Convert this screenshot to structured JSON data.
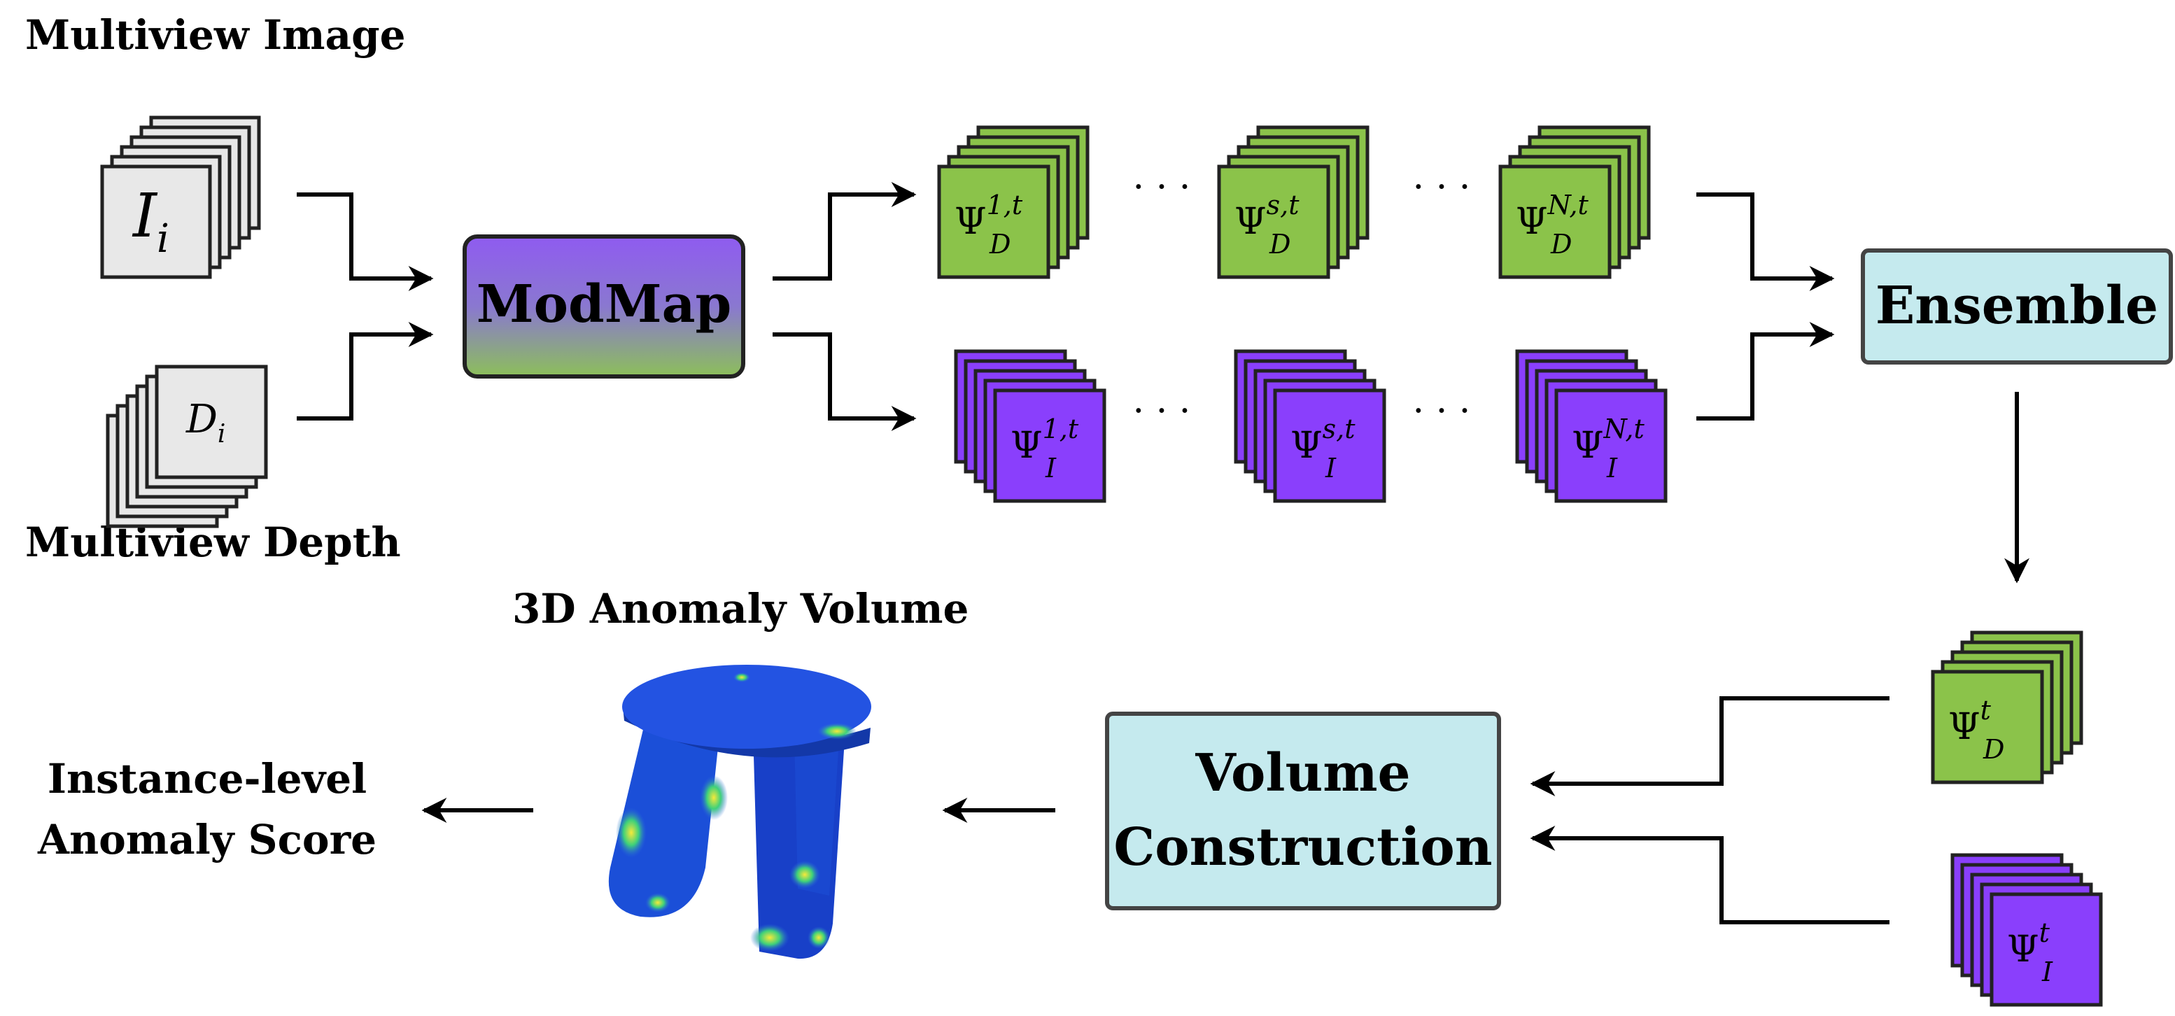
{
  "labels": {
    "multiview_image": "Multiview Image",
    "multiview_depth": "Multiview Depth",
    "anomaly_volume": "3D Anomaly Volume",
    "instance_score_line1": "Instance-level",
    "instance_score_line2": "Anomaly Score"
  },
  "boxes": {
    "modmap": "ModMap",
    "ensemble": "Ensemble",
    "volume_line1": "Volume",
    "volume_line2": "Construction"
  },
  "inputs": {
    "image_symbol": "I",
    "image_sub": "i",
    "depth_symbol": "D",
    "depth_sub": "i"
  },
  "features": {
    "psi": "Ψ",
    "depth_sub": "D",
    "image_sub": "I",
    "sup_1": "1,t",
    "sup_s": "s,t",
    "sup_n": "N,t",
    "sup_t": "t",
    "ellipsis": "· · ·"
  },
  "colors": {
    "green": "#8bc34a",
    "purple": "#8a3ffc",
    "cyan": "#c5eaee",
    "stack_gray": "#e8e8e8",
    "modmap_top": "#8f5bf0",
    "modmap_bottom": "#8cbf5a"
  }
}
